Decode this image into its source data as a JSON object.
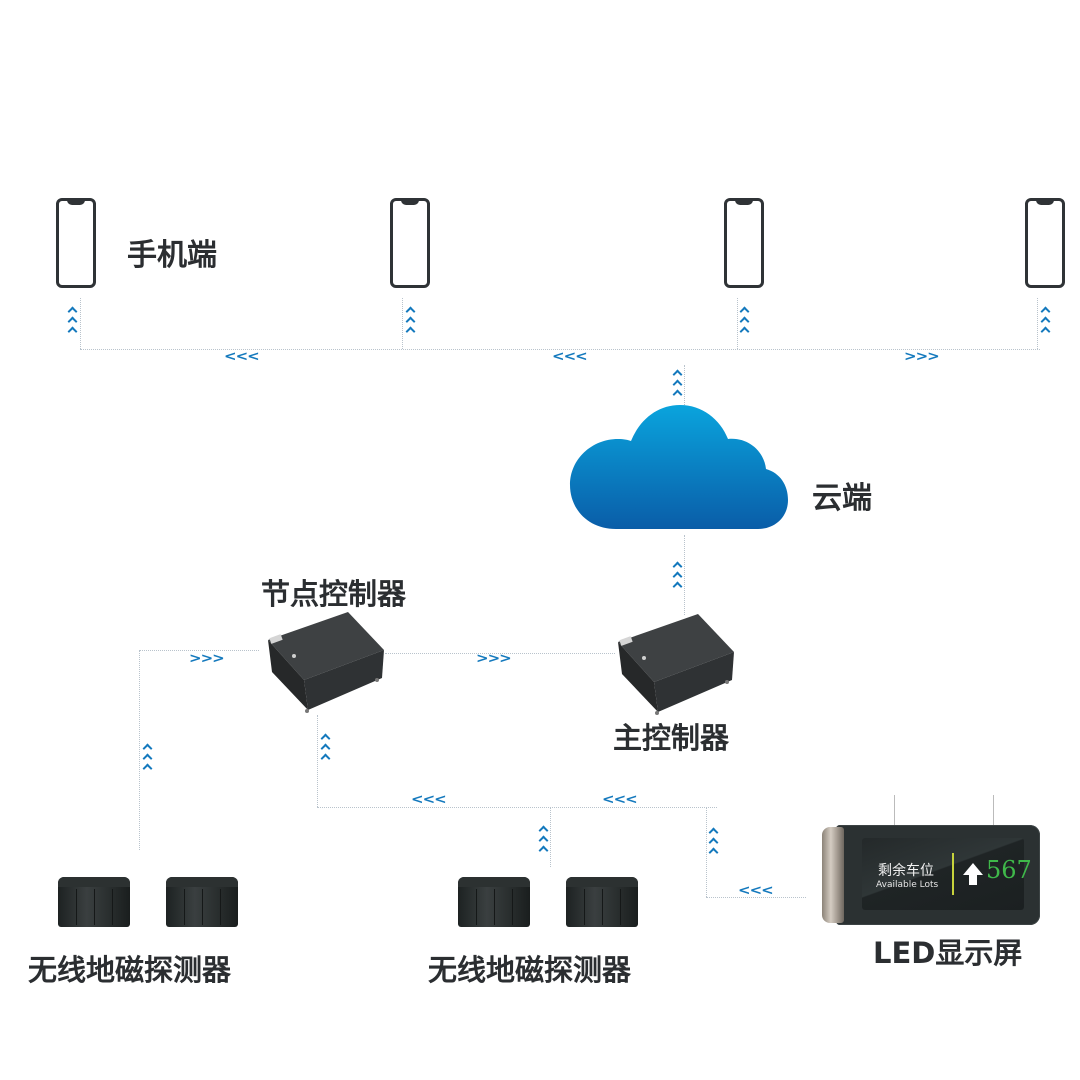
{
  "labels": {
    "phone": "手机端",
    "cloud": "云端",
    "node_controller": "节点控制器",
    "main_controller": "主控制器",
    "detector_left": "无线地磁探测器",
    "detector_middle": "无线地磁探测器",
    "led_display": "LED显示屏"
  },
  "led_sign": {
    "title_cn": "剩余车位",
    "title_en": "Available Lots",
    "count": "567",
    "arrow_icon": "up-arrow-icon"
  },
  "arrows": {
    "phone_bus_left_1": "<<<",
    "phone_bus_left_2": "<<<",
    "phone_bus_right": ">>>",
    "node_in": ">>>",
    "node_to_main": ">>>",
    "detector_bus_left_1": "<<<",
    "detector_bus_left_2": "<<<",
    "led_in": "<<<"
  },
  "colors": {
    "arrow": "#1479bd",
    "cloud_top": "#0aa4dd",
    "cloud_bottom": "#0a5da8",
    "label": "#2b2e31",
    "led_count": "#3fb84a"
  }
}
